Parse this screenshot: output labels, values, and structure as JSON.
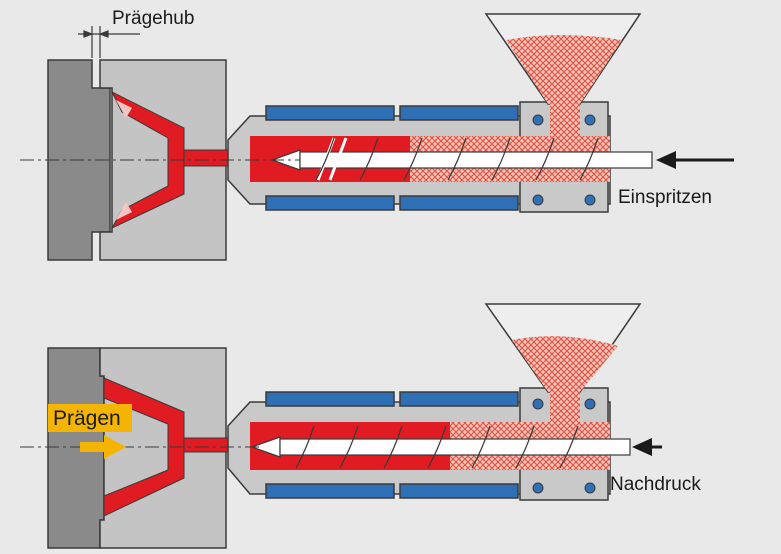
{
  "labels": {
    "praegehub": "Prägehub",
    "einspritzen": "Einspritzen",
    "praegen": "Prägen",
    "nachdruck": "Nachdruck"
  },
  "colors": {
    "background": "#e9e9e9",
    "mold_dark": "#8a8a8a",
    "mold_light": "#c4c4c4",
    "steel_light": "#c9c9c9",
    "melt_red": "#e11b22",
    "heater_blue": "#2f6fb6",
    "granulate_pink": "#f1b7ad",
    "screw_white": "#ffffff",
    "outline": "#3a3a3a",
    "praegen_badge": "#f5b400"
  },
  "icons": {
    "force_arrow": "black-arrow-left",
    "praegen_arrow": "yellow-arrow-right"
  }
}
